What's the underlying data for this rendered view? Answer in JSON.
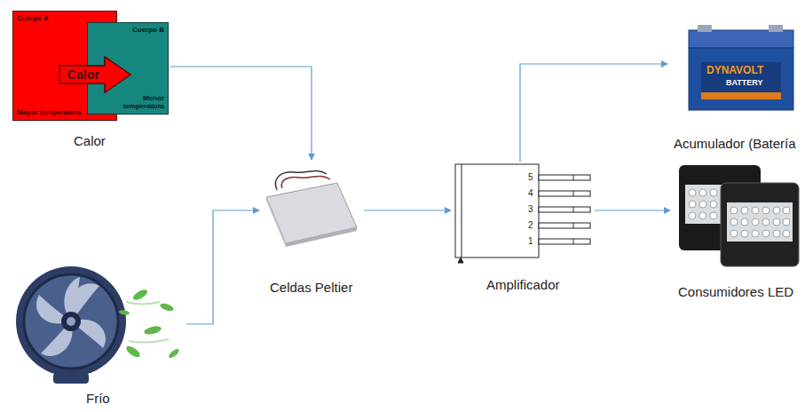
{
  "diagram": {
    "nodes": [
      {
        "text": [
          "Calor"
        ]
      },
      {
        "text": [
          "Cuerpo A",
          "Mayor temperatura"
        ],
        "in": 0
      },
      {
        "text": [
          "Cuerpo B",
          "Menor temperatura"
        ],
        "in": 0
      },
      {
        "text": [
          "Calor"
        ],
        "in": 0
      },
      {
        "text": [
          "Frío"
        ]
      },
      {
        "text": [
          "Celdas Peltier"
        ]
      },
      {
        "text": [
          "Amplificador"
        ]
      },
      {
        "text": [
          "Acumulador (Batería"
        ]
      },
      {
        "text": [
          "Consumidores LED"
        ]
      }
    ],
    "edges": [
      {
        "from": 0,
        "to": 5,
        "arrow": "to"
      },
      {
        "from": 4,
        "to": 5,
        "arrow": "to"
      },
      {
        "from": 5,
        "to": 6,
        "arrow": "to"
      },
      {
        "from": 6,
        "to": 7,
        "arrow": "to"
      },
      {
        "from": 6,
        "to": 8,
        "arrow": "to"
      }
    ],
    "labels": [
      "5",
      "4",
      "3",
      "2",
      "1",
      "DYNAVOLT",
      "BATTERY"
    ]
  }
}
